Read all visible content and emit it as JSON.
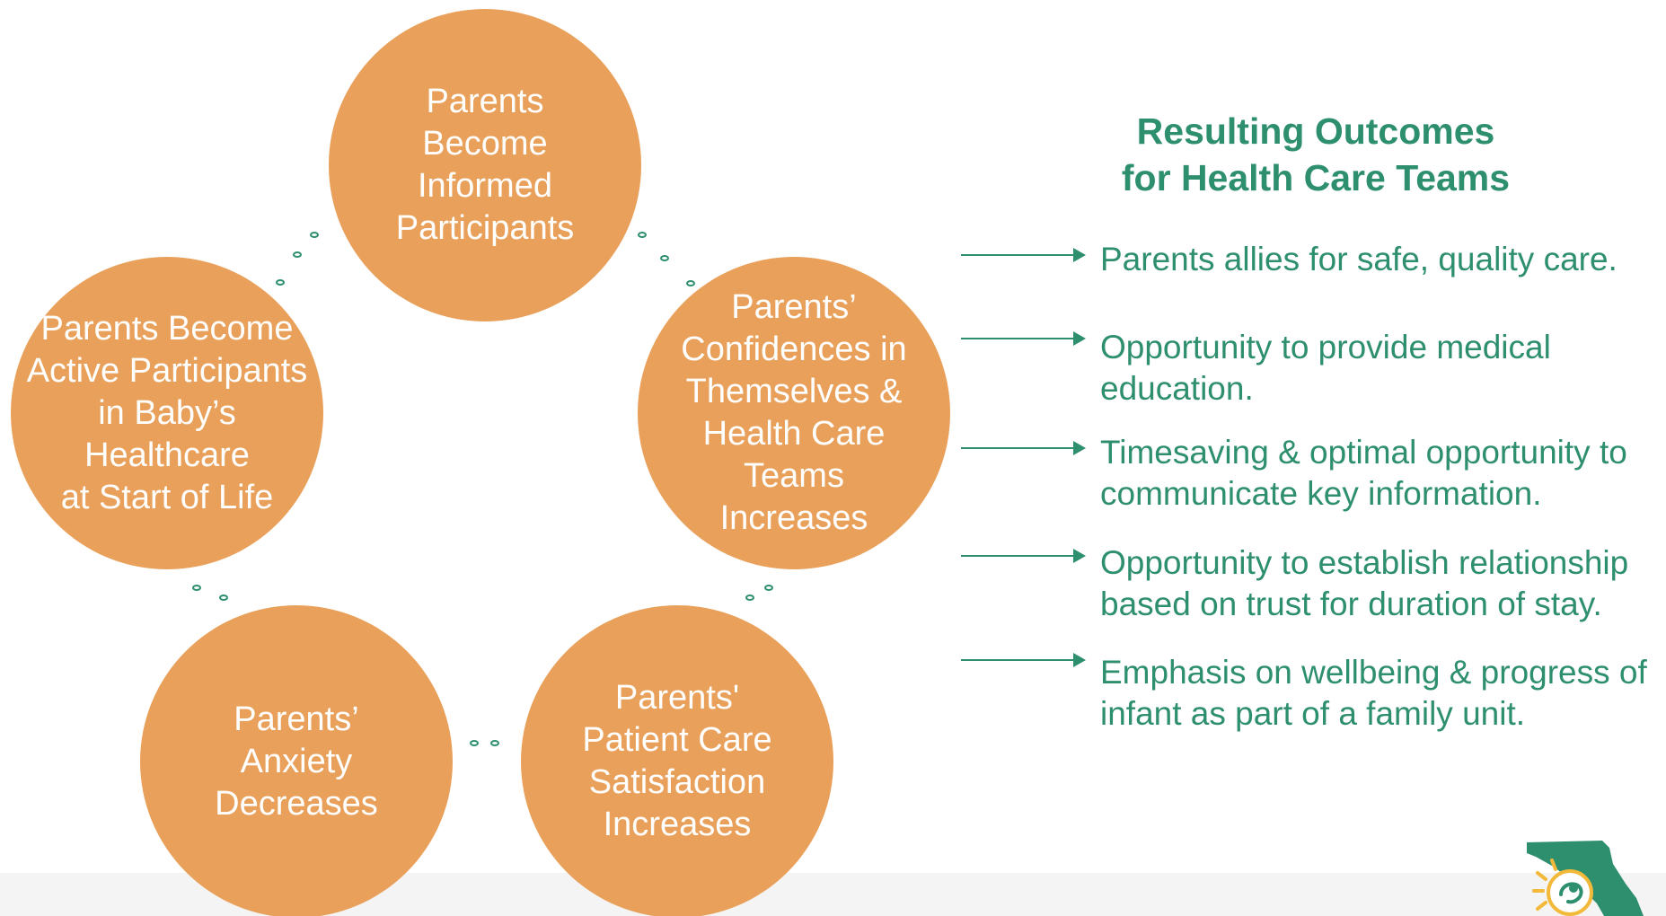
{
  "colors": {
    "circle_fill": "#e9a05a",
    "circle_text": "#ffffff",
    "accent_green": "#2e8f6e",
    "footer_band": "#f4f4f4",
    "sun_yellow": "#f2b93b"
  },
  "cycle": {
    "nodes": [
      {
        "label": "Parents\nBecome\nInformed\nParticipants"
      },
      {
        "label": "Parents’\nConfidences in\nThemselves &\nHealth Care\nTeams\nIncreases"
      },
      {
        "label": "Parents'\nPatient Care\nSatisfaction\nIncreases"
      },
      {
        "label": "Parents’\nAnxiety\nDecreases"
      },
      {
        "label": "Parents Become\nActive Participants\nin Baby’s\nHealthcare\nat Start of Life"
      }
    ]
  },
  "outcomes": {
    "title": "Resulting Outcomes\nfor Health Care Teams",
    "items": [
      {
        "text": "Parents allies for safe, quality care."
      },
      {
        "text": "Opportunity to provide medical education."
      },
      {
        "text": "Timesaving & optimal opportunity to communicate key information."
      },
      {
        "text": "Opportunity to establish relationship based on trust for duration of stay."
      },
      {
        "text": "Emphasis on wellbeing & progress of infant as part of a family unit."
      }
    ]
  },
  "logo": {
    "icon": "florida-sun-baby-logo-icon"
  }
}
